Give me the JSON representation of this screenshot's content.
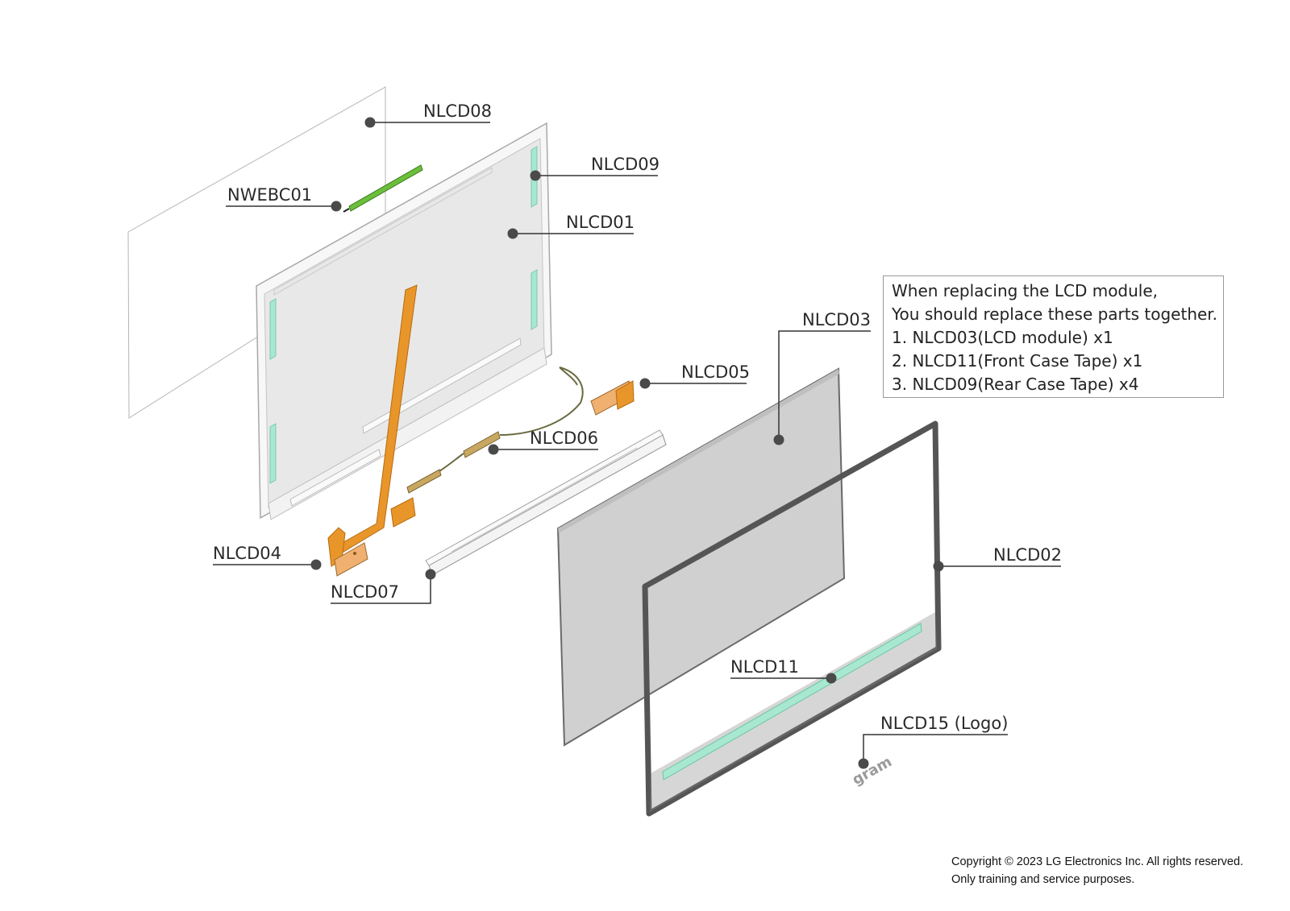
{
  "callouts": {
    "nlcd08": "NLCD08",
    "nlcd09": "NLCD09",
    "nwebc01": "NWEBC01",
    "nlcd01": "NLCD01",
    "nlcd03": "NLCD03",
    "nlcd05": "NLCD05",
    "nlcd06": "NLCD06",
    "nlcd04": "NLCD04",
    "nlcd07": "NLCD07",
    "nlcd02": "NLCD02",
    "nlcd11": "NLCD11",
    "nlcd15": "NLCD15 (Logo)"
  },
  "note": {
    "line1": "When replacing the LCD module,",
    "line2": "You should replace these parts together.",
    "items": [
      "1. NLCD03(LCD module) x1",
      "2. NLCD11(Front Case Tape) x1",
      "3. NLCD09(Rear Case Tape) x4"
    ]
  },
  "logo_text": "gram",
  "footer": {
    "copyright": "Copyright © 2023 LG Electronics Inc. All rights reserved.",
    "purpose": "Only training and service purposes."
  },
  "colors": {
    "tape_green": "#a8e8d0",
    "flex_orange": "#e8962a",
    "webcam_green": "#6bbf3a",
    "lcd_gray": "#d0d0d0",
    "bezel_dark": "#555555",
    "leader": "#333333"
  }
}
